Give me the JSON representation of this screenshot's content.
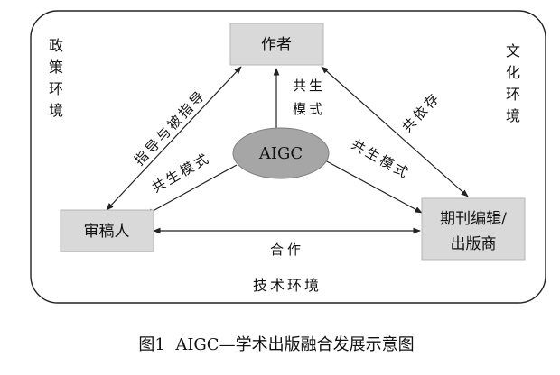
{
  "diagram": {
    "nodes": {
      "author": "作者",
      "reviewer": "审稿人",
      "journal_line1": "期刊编辑/",
      "journal_line2": "出版商",
      "aigc": "AIGC"
    },
    "edges": {
      "author_reviewer": "指导与被指导",
      "author_journal": "共依存",
      "aigc_author_line1": "共生",
      "aigc_author_line2": "模式",
      "aigc_reviewer": "共生模式",
      "aigc_journal": "共生模式",
      "reviewer_journal": "合作"
    },
    "environments": {
      "policy": [
        "政",
        "策",
        "环",
        "境"
      ],
      "culture": [
        "文",
        "化",
        "环",
        "境"
      ],
      "technology": "技术环境"
    },
    "caption": "图1  AIGC—学术出版融合发展示意图"
  },
  "colors": {
    "box_fill": "#d9d9d9",
    "box_stroke": "#b5b5b5",
    "ellipse_fill": "#a6a6a6",
    "ellipse_stroke": "#7f7f7f",
    "line": "#222222"
  }
}
